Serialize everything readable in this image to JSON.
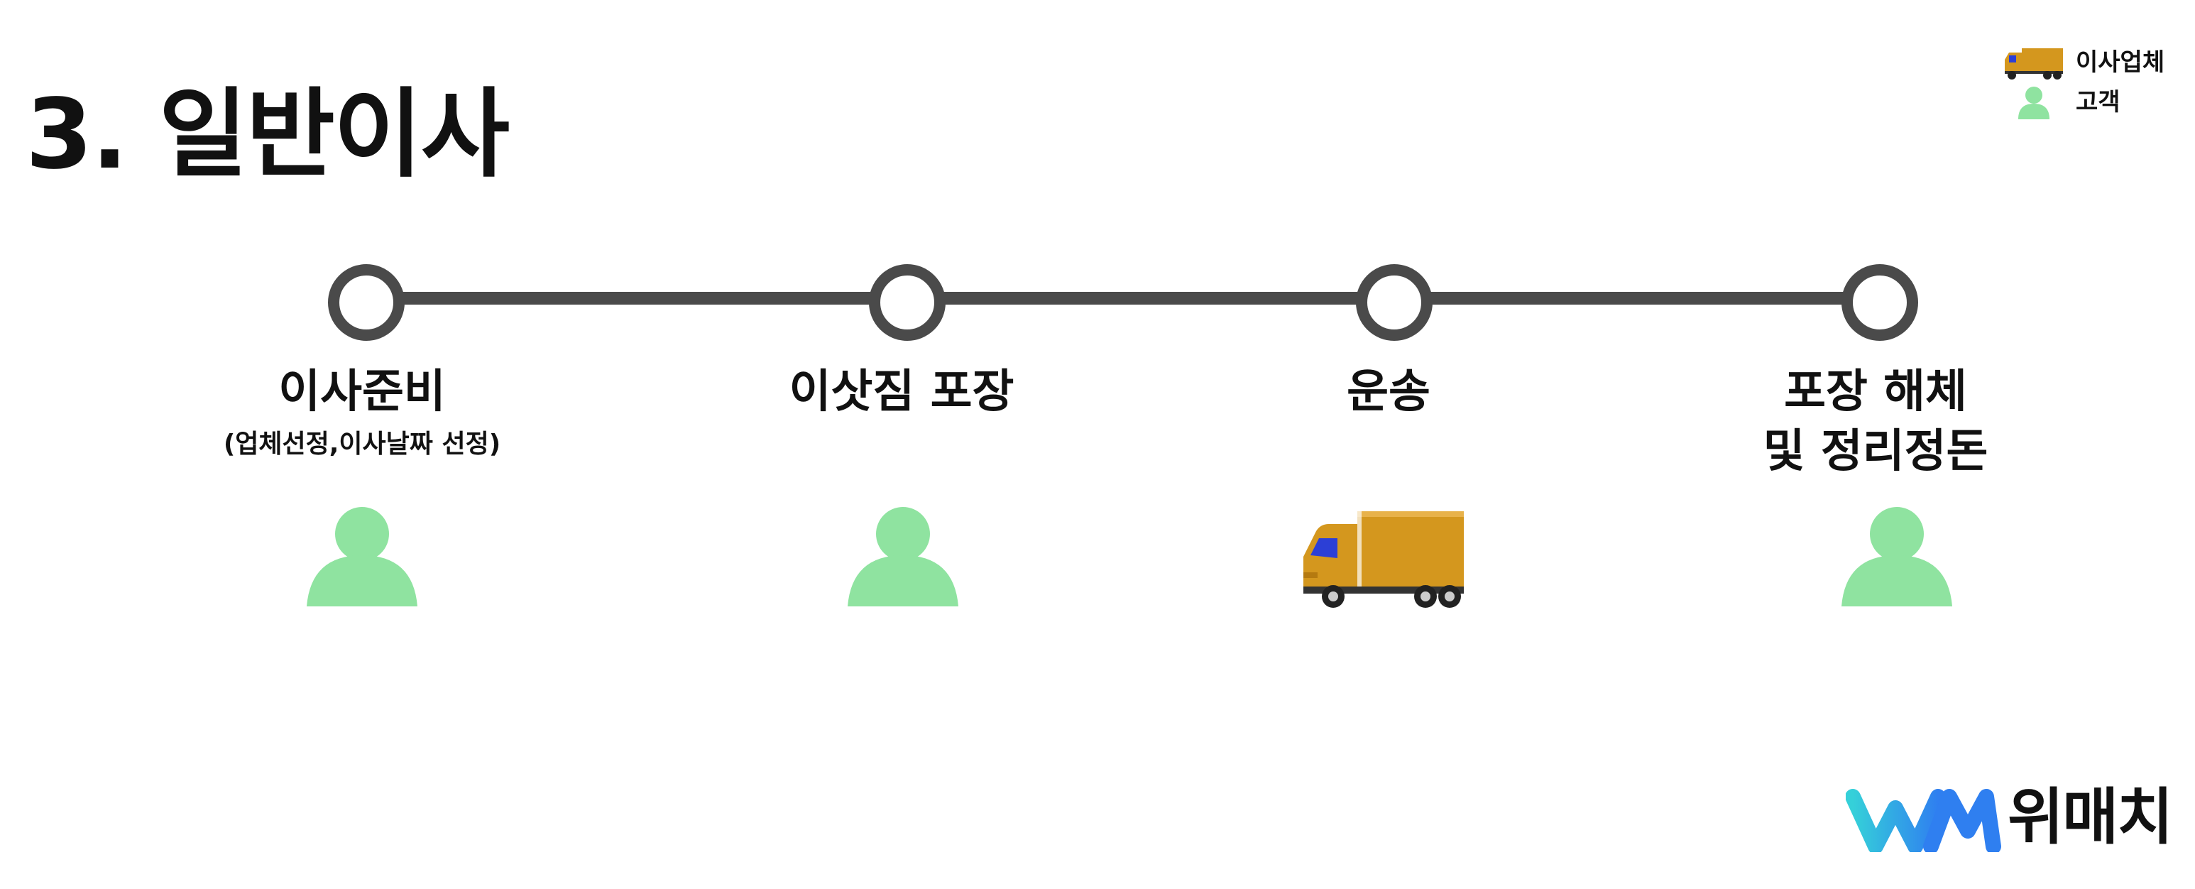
{
  "title": "3. 일반이사",
  "legend": {
    "items": [
      {
        "label": "이사업체",
        "icon": "truck-icon"
      },
      {
        "label": "고객",
        "icon": "person-icon"
      }
    ]
  },
  "steps": [
    {
      "label": "이사준비",
      "sublabel": "(업체선정,이사날짜 선정)",
      "actor": "고객",
      "actor_icon": "person-icon"
    },
    {
      "label": "이삿짐 포장",
      "actor": "고객",
      "actor_icon": "person-icon"
    },
    {
      "label": "운송",
      "actor": "이사업체",
      "actor_icon": "truck-icon"
    },
    {
      "label": "포장 해체\n및 정리정돈",
      "actor": "고객",
      "actor_icon": "person-icon"
    }
  ],
  "brand": {
    "name": "위매치",
    "logo_icon": "wematch-logo-icon"
  },
  "colors": {
    "person": "#8fe3a0",
    "truck": "#d4971e",
    "timeline": "#4a4a4a",
    "brand_blue": "#2f8cf0",
    "brand_cyan": "#35d0d9"
  }
}
